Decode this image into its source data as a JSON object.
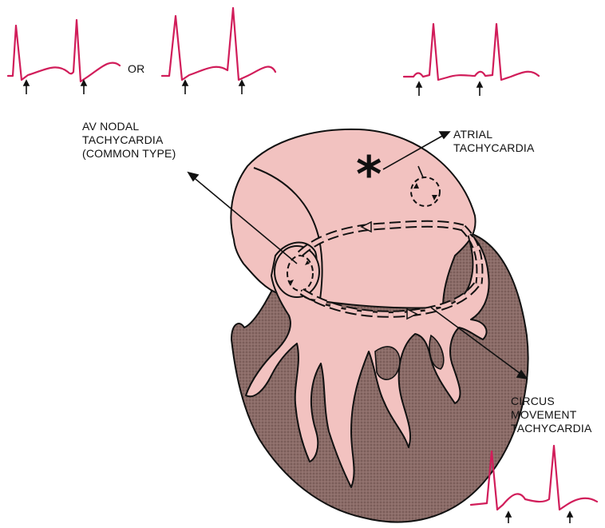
{
  "labels": {
    "or": "OR",
    "av_nodal": "AV NODAL\nTACHYCARDIA\n(COMMON TYPE)",
    "atrial": "ATRIAL\nTACHYCARDIA",
    "circus": "CIRCUS\nMOVEMENT\nTACHYCARDIA"
  },
  "symbols": {
    "focus_marker": "*"
  },
  "colors": {
    "ecg_trace": "#d11d5a",
    "atrium_fill": "#f2c2c0",
    "ventricle_fill": "#8c6c68",
    "outline": "#111111",
    "text": "#111111"
  },
  "icons": [
    "arrow-up-icon",
    "asterisk-icon",
    "arrowhead-icon"
  ]
}
